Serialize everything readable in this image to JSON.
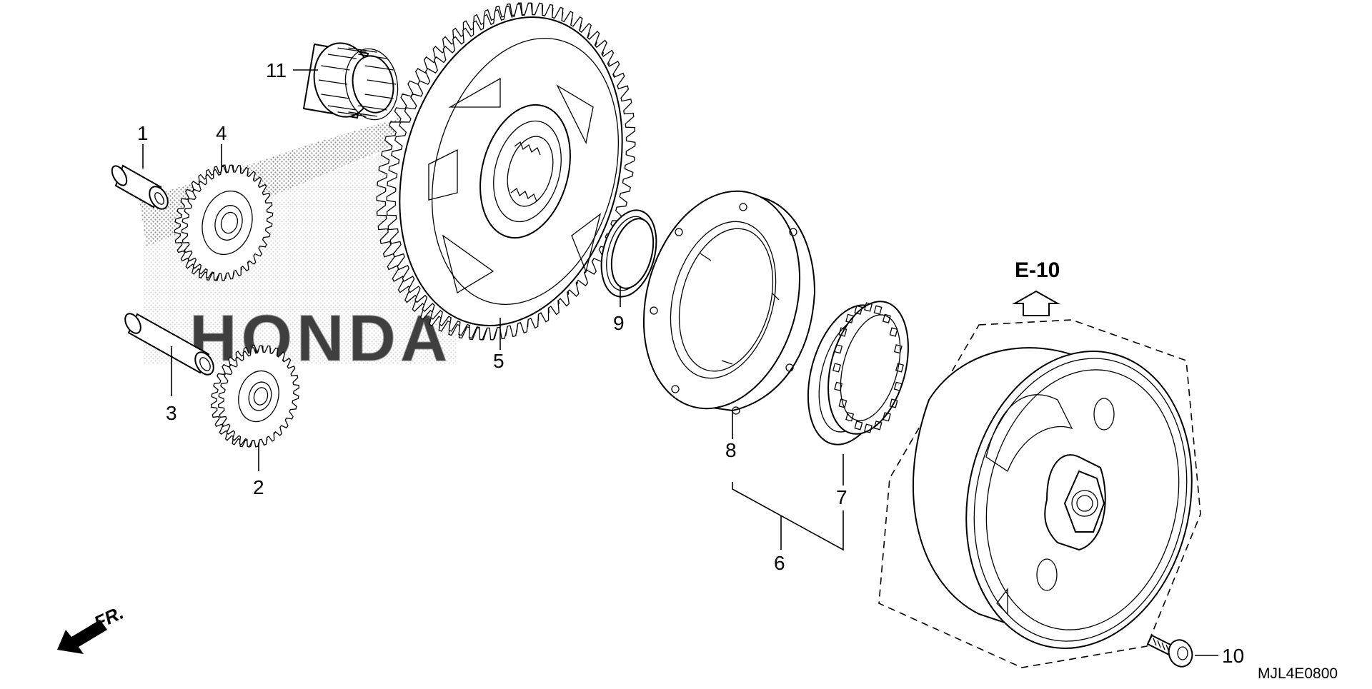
{
  "diagram": {
    "callouts": [
      {
        "id": "c1",
        "text": "1"
      },
      {
        "id": "c2",
        "text": "2"
      },
      {
        "id": "c3",
        "text": "3"
      },
      {
        "id": "c4",
        "text": "4"
      },
      {
        "id": "c5",
        "text": "5"
      },
      {
        "id": "c6",
        "text": "6"
      },
      {
        "id": "c7",
        "text": "7"
      },
      {
        "id": "c8",
        "text": "8"
      },
      {
        "id": "c9",
        "text": "9"
      },
      {
        "id": "c10",
        "text": "10"
      },
      {
        "id": "c11",
        "text": "11"
      }
    ],
    "reference": "E-10",
    "front_indicator": "FR.",
    "diagram_code": "MJL4E0800",
    "watermark": "HONDA"
  }
}
